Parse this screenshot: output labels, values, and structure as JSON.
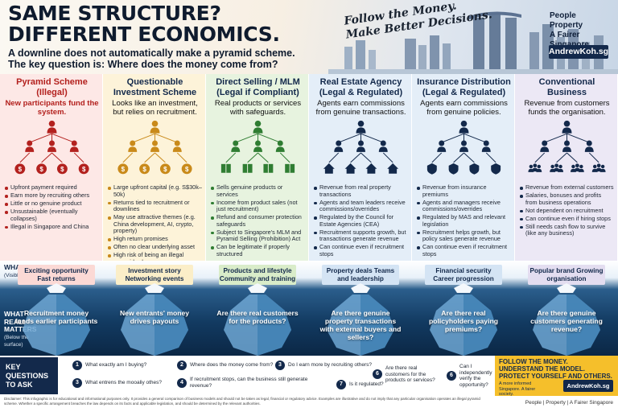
{
  "header": {
    "title_line1": "SAME STRUCTURE?",
    "title_line2": "DIFFERENT ECONOMICS.",
    "subtitle_line1": "A downline does not automatically make a pyramid scheme.",
    "subtitle_line2": "The key question is: Where does the money come from?",
    "script_line1": "Follow the Money.",
    "script_line2": "Make Better Decisions.",
    "brand_line1": "People",
    "brand_line2": "Property",
    "brand_line3": "A Fairer Singapore",
    "brand_tag": "AndrewKoh.sg"
  },
  "columns": [
    {
      "title": "Pyramid Scheme (Illegal)",
      "subtitle": "New participants fund the system.",
      "bg": "#fde8e6",
      "accent": "#b3211e",
      "icon": "dollar-coin-icon",
      "bullets": [
        "Upfront payment required",
        "Earn more by recruiting others",
        "Little or no genuine product",
        "Unsustainable (eventually collapses)",
        "Illegal in Singapore and China"
      ]
    },
    {
      "title": "Questionable Investment Scheme",
      "subtitle": "Looks like an investment, but relies on recruitment.",
      "bg": "#fdf3d9",
      "accent": "#c98a1a",
      "icon": "coin-icon",
      "bullets": [
        "Large upfront capital (e.g. S$30k–50k)",
        "Returns tied to recruitment or downlines",
        "May use attractive themes (e.g. China development, AI, crypto, property)",
        "High return promises",
        "Often no clear underlying asset",
        "High risk of being an illegal pyramid scheme"
      ]
    },
    {
      "title": "Direct Selling / MLM (Legal if Compliant)",
      "subtitle": "Real products or services with safeguards.",
      "bg": "#e7f3df",
      "accent": "#2f7d32",
      "icon": "product-box-icon",
      "bullets": [
        "Sells genuine products or services",
        "Income from product sales (not just recruitment)",
        "Refund and consumer protection safeguards",
        "Subject to Singapore's MLM and Pyramid Selling (Prohibition) Act",
        "Can be legitimate if properly structured"
      ]
    },
    {
      "title": "Real Estate Agency (Legal & Regulated)",
      "subtitle": "Agents earn commissions from genuine transactions.",
      "bg": "#e4eef8",
      "accent": "#13294b",
      "icon": "house-icon",
      "bullets": [
        "Revenue from real property transactions",
        "Agents and team leaders receive commissions/overrides",
        "Regulated by the Council for Estate Agencies (CEA)",
        "Recruitment supports growth, but transactions generate revenue",
        "Can continue even if recruitment stops"
      ]
    },
    {
      "title": "Insurance Distribution (Legal & Regulated)",
      "subtitle": "Agents earn commissions from genuine policies.",
      "bg": "#e4eef8",
      "accent": "#13294b",
      "icon": "shield-icon",
      "bullets": [
        "Revenue from insurance premiums",
        "Agents and managers receive commissions/overrides",
        "Regulated by MAS and relevant legislation",
        "Recruitment helps growth, but policy sales generate revenue",
        "Can continue even if recruitment stops"
      ]
    },
    {
      "title": "Conventional Business",
      "subtitle": "Revenue from customers funds the organisation.",
      "bg": "#ece8f5",
      "accent": "#13294b",
      "icon": "customer-group-icon",
      "bullets": [
        "Revenue from external customers",
        "Salaries, bonuses and profits from business operations",
        "Not dependent on recruitment",
        "Can continue even if hiring stops",
        "Still needs cash flow to survive (like any business)"
      ]
    }
  ],
  "iceberg": {
    "label_top": "WHAT YOU SEE",
    "label_top_small": "(Visible)",
    "label_bottom": "WHAT REALLY MATTERS",
    "label_bottom_small": "(Below the surface)",
    "visible": [
      {
        "text": "Exciting opportunity Fast returns",
        "bg": "#fbd9d5"
      },
      {
        "text": "Investment story Networking events",
        "bg": "#fbeec8"
      },
      {
        "text": "Products and lifestyle Community and training",
        "bg": "#d9ecc9"
      },
      {
        "text": "Property deals Teams and leadership",
        "bg": "#d4e4f4"
      },
      {
        "text": "Financial security Career progression",
        "bg": "#d4e4f4"
      },
      {
        "text": "Popular brand Growing organisation",
        "bg": "#e3ddf0"
      }
    ],
    "hidden": [
      "Recruitment money funds earlier participants",
      "New entrants' money drives payouts",
      "Are there real customers for the products?",
      "Are there genuine property transactions with external buyers and sellers?",
      "Are there real policyholders paying premiums?",
      "Are there genuine customers generating revenue?"
    ]
  },
  "key_questions": {
    "label": "KEY QUESTIONS TO ASK",
    "items": [
      {
        "num": "1",
        "text": "What exactly am I buying?"
      },
      {
        "num": "2",
        "text": "Where does the money come from?"
      },
      {
        "num": "3",
        "text": "Do I earn more by recruiting others?"
      },
      {
        "num": "3",
        "text": "What entrens the mooaliy othes?"
      },
      {
        "num": "4",
        "text": "If recruitment stops, can the business still generate revenue?"
      },
      {
        "num": "6",
        "text": "Are there real customers for the products or services?"
      },
      {
        "num": "6",
        "text": "Can I independently verify the opportunity?"
      },
      {
        "num": "7",
        "text": "Is it regulated?"
      }
    ]
  },
  "follow_box": {
    "line1": "FOLLOW THE MONEY.",
    "line2": "UNDERSTAND THE MODEL.",
    "line3": "PROTECT YOURSELF AND OTHERS.",
    "small": "A more informed Singapore. A fairer society.",
    "tag": "AndrewKoh.sg"
  },
  "footer": {
    "disclaimer": "Disclaimer: This infographic is for educational and informational purposes only. It provides a general comparison of business models and should not be taken as legal, financial or regulatory advice. Examples are illustrative and do not imply that any particular organisation operates an illegal pyramid scheme. Whether a specific arrangement breaches the law depends on its facts and applicable legislation, and should be determined by the relevant authorities.",
    "brand": "People  |  Property  |  A Fairer Singapore"
  }
}
